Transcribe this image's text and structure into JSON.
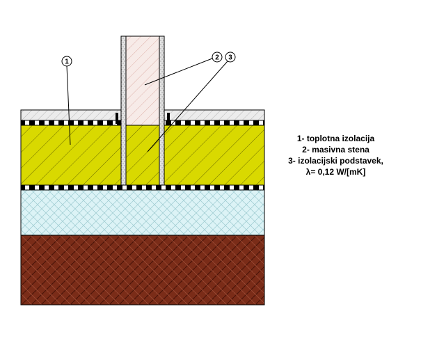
{
  "callouts": [
    {
      "number": "1"
    },
    {
      "number": "2"
    },
    {
      "number": "3"
    }
  ],
  "legend": {
    "line1": "1- toplotna izolacija",
    "line2": "2- masivna stena",
    "line3": "3- izolacijski podstavek,",
    "line4": "λ= 0,12 W/[mK]"
  },
  "colors": {
    "insulation_yellow": "#d9d900",
    "gravel_cyan": "#dcf3f6",
    "soil_brown": "#7a2c18",
    "screed_light": "#ececec",
    "wall_pink": "#f7ebe8",
    "outline": "#000000"
  }
}
